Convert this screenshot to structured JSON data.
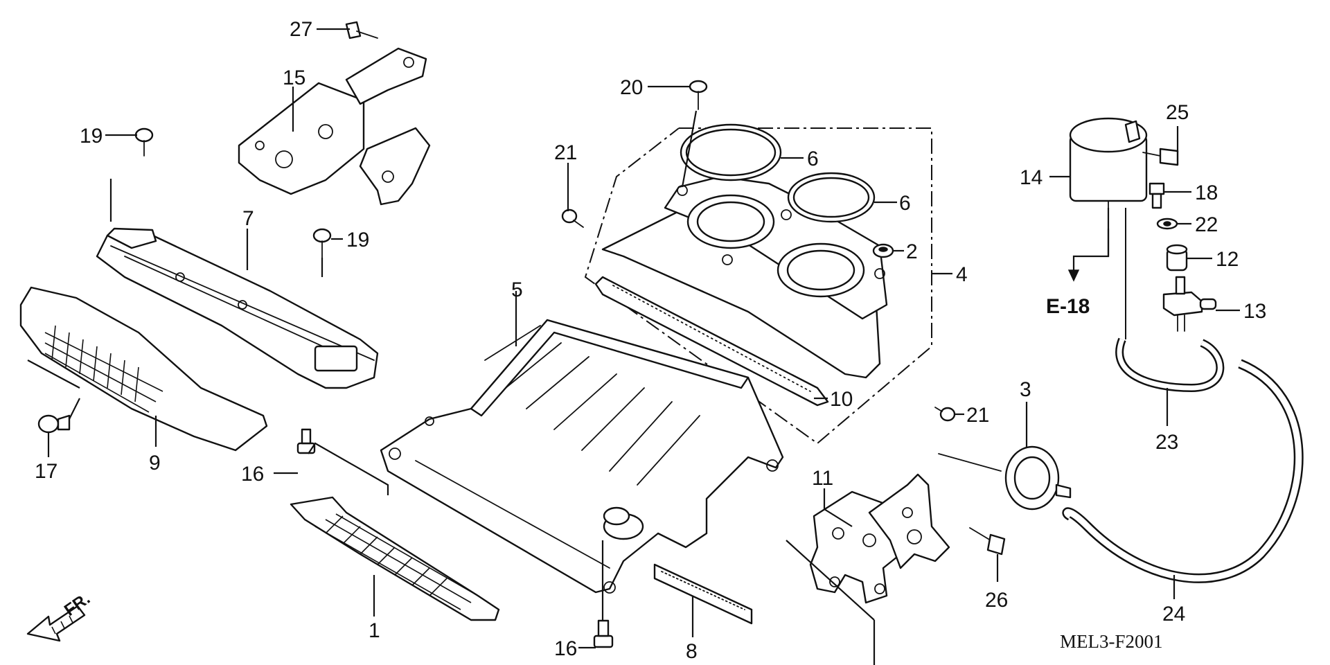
{
  "diagram": {
    "code": "MEL3-F2001",
    "reference": "E-18",
    "direction_label": "FR.",
    "callouts": {
      "c1": "1",
      "c2": "2",
      "c3": "3",
      "c4": "4",
      "c5": "5",
      "c6a": "6",
      "c6b": "6",
      "c7": "7",
      "c8": "8",
      "c9": "9",
      "c10": "10",
      "c11": "11",
      "c12": "12",
      "c13": "13",
      "c14": "14",
      "c15": "15",
      "c16a": "16",
      "c16b": "16",
      "c17": "17",
      "c18": "18",
      "c19a": "19",
      "c19b": "19",
      "c20": "20",
      "c21a": "21",
      "c21b": "21",
      "c22": "22",
      "c23": "23",
      "c24": "24",
      "c25": "25",
      "c26": "26",
      "c27": "27"
    }
  }
}
